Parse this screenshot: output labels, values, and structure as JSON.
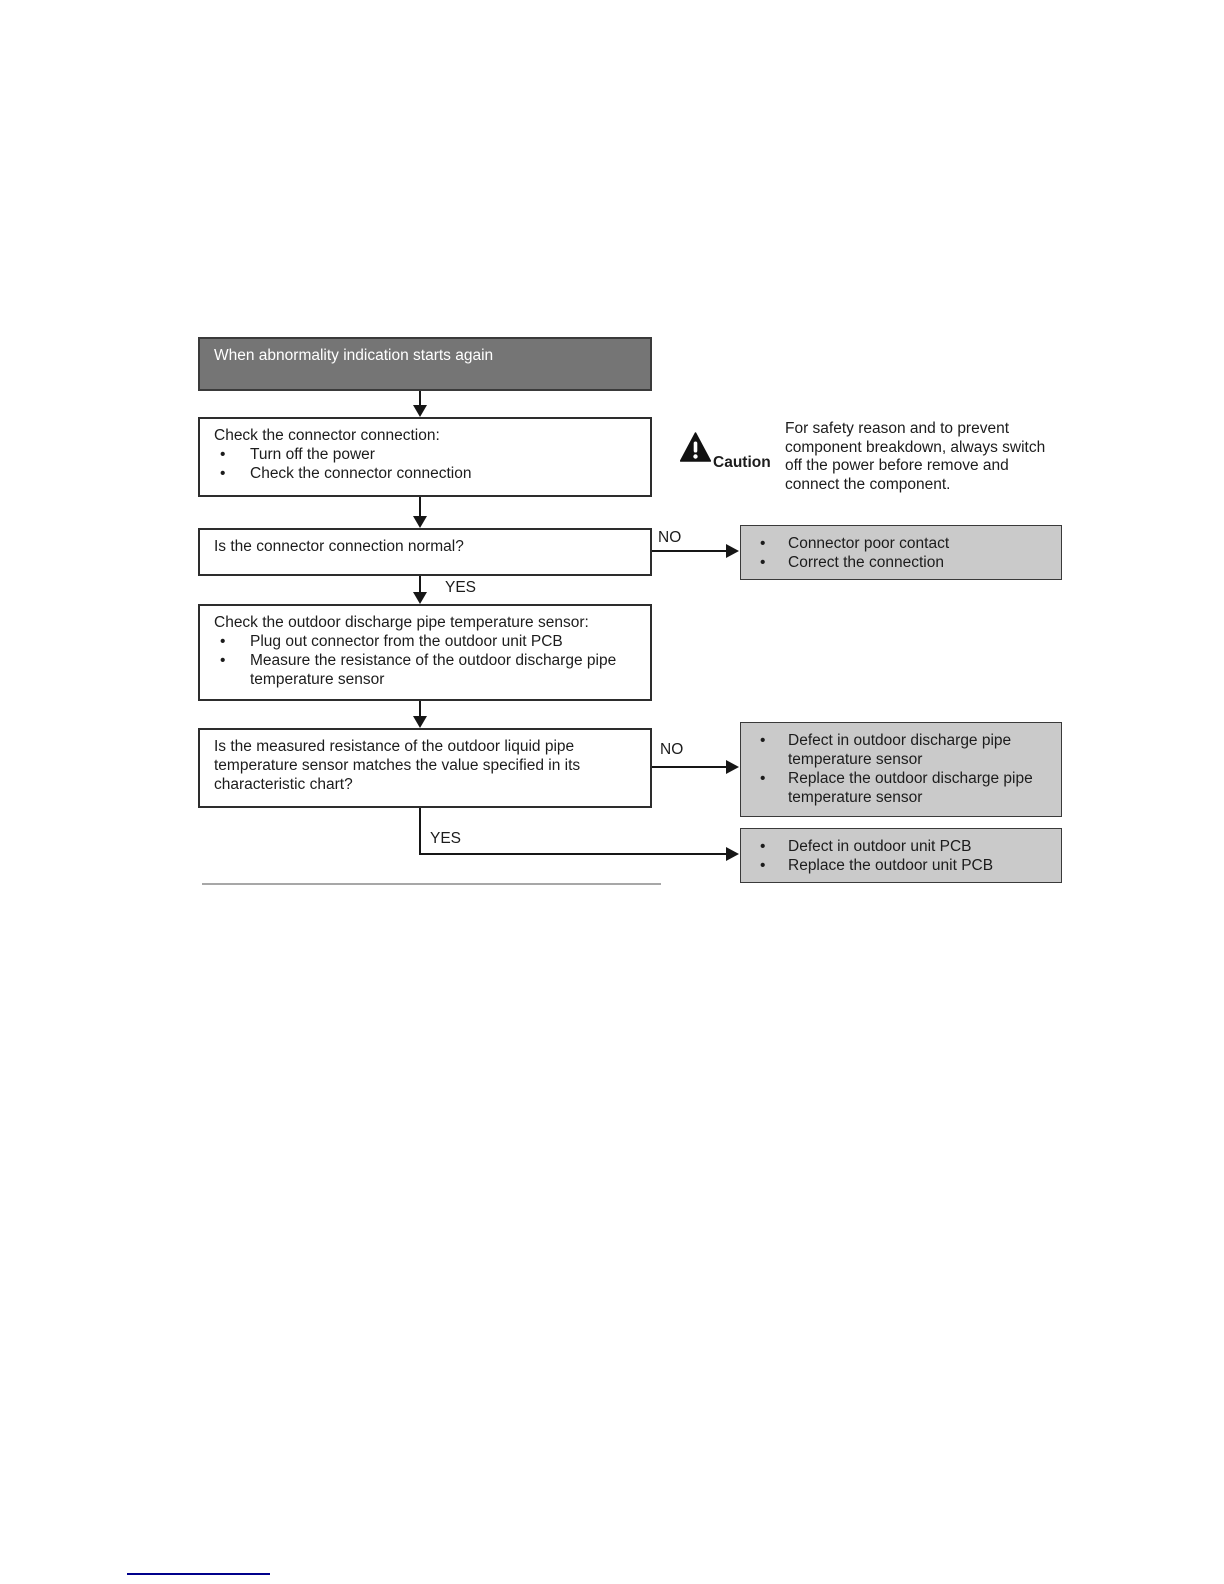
{
  "flowchart": {
    "start": {
      "label": "When abnormality indication starts again"
    },
    "step1": {
      "title": "Check the connector connection:",
      "bullets": [
        "Turn off the power",
        "Check the connector connection"
      ]
    },
    "caution": {
      "label": "Caution",
      "text": "For safety reason and to prevent component breakdown, always switch off the power before remove and connect the component."
    },
    "decision1": {
      "question": "Is the connector connection normal?",
      "no_label": "NO",
      "yes_label": "YES"
    },
    "result1": {
      "items": [
        "Connector poor contact",
        "Correct the connection"
      ]
    },
    "step2": {
      "title": "Check the outdoor discharge pipe temperature sensor:",
      "bullets": [
        "Plug out connector from the outdoor unit PCB",
        "Measure the resistance of the outdoor discharge pipe temperature sensor"
      ]
    },
    "decision2": {
      "question": "Is the measured resistance of the outdoor liquid pipe temperature sensor matches the value specified in its characteristic chart?",
      "no_label": "NO",
      "yes_label": "YES"
    },
    "result2": {
      "items": [
        "Defect in outdoor discharge pipe temperature sensor",
        "Replace the outdoor discharge pipe temperature sensor"
      ]
    },
    "result3": {
      "items": [
        "Defect in outdoor unit PCB",
        "Replace the outdoor unit PCB"
      ]
    }
  },
  "colors": {
    "start_fill": "#757575",
    "start_text": "#ffffff",
    "result_fill": "#cacaca",
    "box_border": "#2d2d2d",
    "connector_line": "#161616",
    "footer_rule": "#00008b"
  }
}
